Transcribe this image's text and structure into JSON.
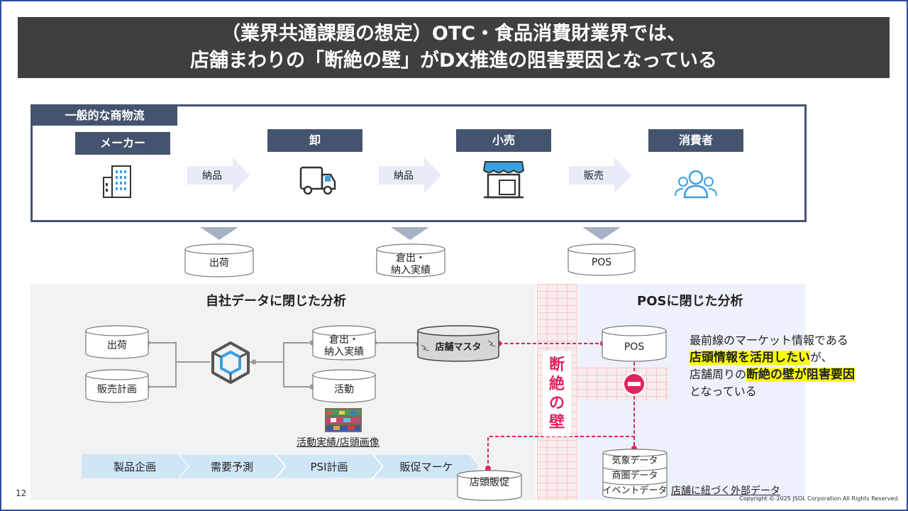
{
  "title": {
    "line1": "（業界共通課題の想定）OTC・食品消費財業界では、",
    "line2": "店舗まわりの「断絶の壁」がDX推進の阻害要因となっている"
  },
  "flow": {
    "tag": "一般的な商物流",
    "stages": [
      {
        "label": "メーカー",
        "icon": "building-icon"
      },
      {
        "label": "卸",
        "icon": "truck-icon"
      },
      {
        "label": "小売",
        "icon": "store-icon"
      },
      {
        "label": "消費者",
        "icon": "users-icon"
      }
    ],
    "arrows": [
      "納品",
      "納品",
      "販売"
    ],
    "datasources": [
      {
        "label": "出荷"
      },
      {
        "line1": "倉出・",
        "line2": "納入実績"
      },
      {
        "label": "POS"
      }
    ]
  },
  "left_panel": {
    "title": "自社データに閉じた分析",
    "db_shipping": "出荷",
    "db_plan": "販売計画",
    "db_warehouse_l1": "倉出・",
    "db_warehouse_l2": "納入実績",
    "db_activity": "活動",
    "db_store_master": "店舗マスタ",
    "activity_caption": "活動実績/店頭画像",
    "db_promo": "店頭販促",
    "process": [
      "製品企画",
      "需要予測",
      "PSI計画",
      "販促マーケ"
    ]
  },
  "wall": {
    "text": [
      "断",
      "絶",
      "の",
      "壁"
    ]
  },
  "right_panel": {
    "title": "POSに閉じた分析",
    "db_pos": "POS",
    "external_stack": [
      "気象データ",
      "商圏データ",
      "イベントデータ"
    ],
    "external_caption": "店舗に紐づく外部データ",
    "note": {
      "l1": "最前線のマーケット情報である",
      "l2_hl": "店頭情報を活用したい",
      "l2_rest": "が、",
      "l3_pre": "店舗周りの",
      "l3_hl": "断絶の壁が阻害要因",
      "l4": "となっている"
    }
  },
  "footer": {
    "page": "12",
    "copyright": "Copyright © 2025 JSOL Corporation All Rights Reserved."
  },
  "colors": {
    "header": "#3f3f3f",
    "stage": "#45546e",
    "accent_red": "#e0245e",
    "arrow_fill": "#e8ebf8",
    "chevron": "#cfe6f7",
    "highlight": "#ffff00"
  }
}
